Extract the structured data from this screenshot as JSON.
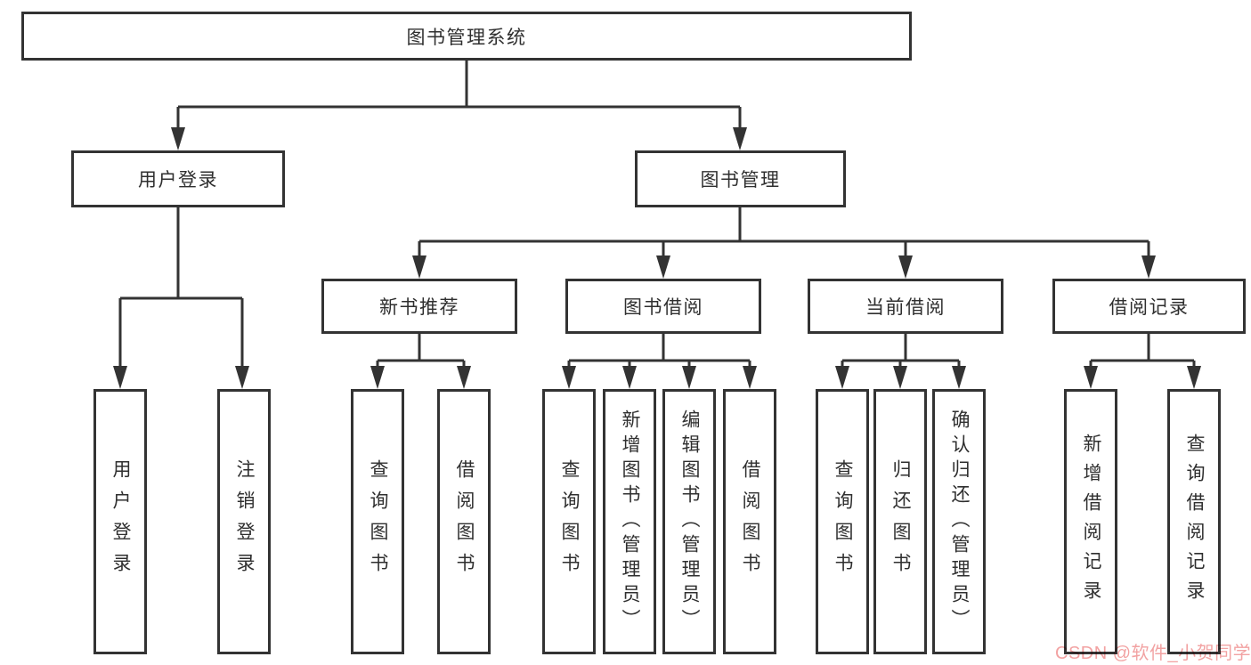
{
  "nodes": {
    "root": {
      "label": "图书管理系统"
    },
    "user_login": {
      "label": "用户登录"
    },
    "book_mgmt": {
      "label": "图书管理"
    },
    "new_book_rec": {
      "label": "新书推荐"
    },
    "book_borrow": {
      "label": "图书借阅"
    },
    "current_borrow": {
      "label": "当前借阅"
    },
    "borrow_records": {
      "label": "借阅记录"
    },
    "leaf_user_login": {
      "label": "用户登录"
    },
    "leaf_logout": {
      "label": "注销登录"
    },
    "leaf_query_book_1": {
      "label": "查询图书"
    },
    "leaf_borrow_book_1": {
      "label": "借阅图书"
    },
    "leaf_query_book_2": {
      "label": "查询图书"
    },
    "leaf_add_book": {
      "label": "新增图书（管理员）"
    },
    "leaf_edit_book": {
      "label": "编辑图书（管理员）"
    },
    "leaf_borrow_book_2": {
      "label": "借阅图书"
    },
    "leaf_query_book_3": {
      "label": "查询图书"
    },
    "leaf_return_book": {
      "label": "归还图书"
    },
    "leaf_confirm_return": {
      "label": "确认归还（管理员）"
    },
    "leaf_add_record": {
      "label": "新增借阅记录"
    },
    "leaf_query_record": {
      "label": "查询借阅记录"
    }
  },
  "structure": {
    "图书管理系统": {
      "用户登录": [
        "用户登录",
        "注销登录"
      ],
      "图书管理": {
        "新书推荐": [
          "查询图书",
          "借阅图书"
        ],
        "图书借阅": [
          "查询图书",
          "新增图书（管理员）",
          "编辑图书（管理员）",
          "借阅图书"
        ],
        "当前借阅": [
          "查询图书",
          "归还图书",
          "确认归还（管理员）"
        ],
        "借阅记录": [
          "新增借阅记录",
          "查询借阅记录"
        ]
      }
    }
  },
  "watermark": {
    "text": "CSDN @软件_小贺同学"
  },
  "colors": {
    "line": "#333333",
    "box_border": "#333333",
    "text": "#2f2f2f",
    "watermark": "#f2a2a2",
    "background": "#ffffff"
  }
}
